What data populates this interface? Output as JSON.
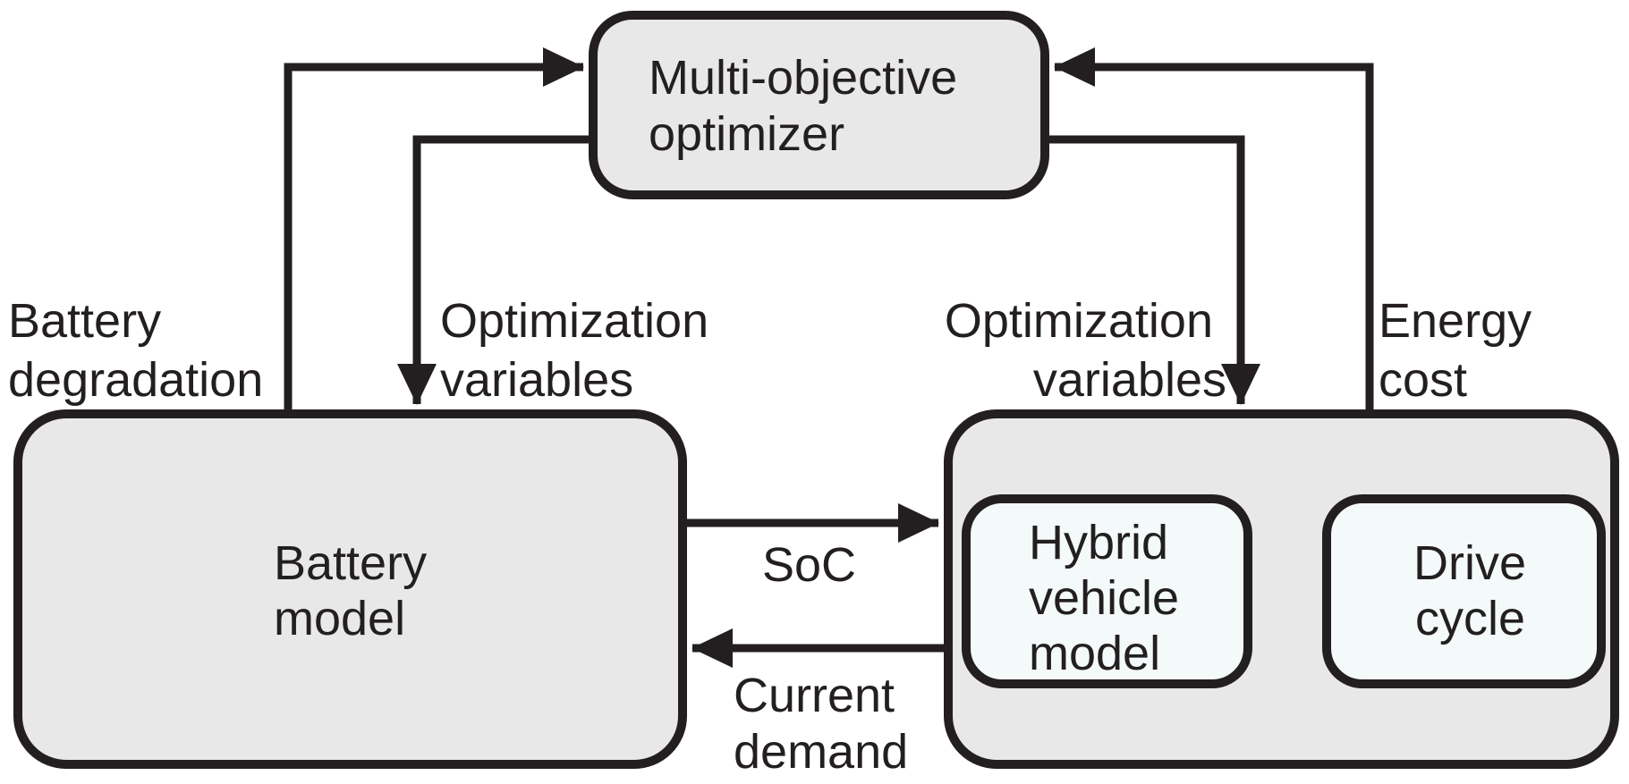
{
  "diagram": {
    "colors": {
      "background": "#ffffff",
      "box_fill": "#e8e8e8",
      "inner_box_fill": "#f4fafa",
      "line_color": "#231f20"
    },
    "nodes": {
      "optimizer": {
        "line1": "Multi-objective",
        "line2": "optimizer"
      },
      "battery_model": {
        "line1": "Battery",
        "line2": "model"
      },
      "hybrid_vehicle_model": {
        "line1": "Hybrid",
        "line2": "vehicle",
        "line3": "model"
      },
      "drive_cycle": {
        "line1": "Drive",
        "line2": "cycle"
      }
    },
    "edge_labels": {
      "battery_degradation": {
        "line1": "Battery",
        "line2": "degradation"
      },
      "optimization_variables_left": {
        "line1": "Optimization",
        "line2": "variables"
      },
      "optimization_variables_right": {
        "line1": "Optimization",
        "line2": "variables"
      },
      "energy_cost": {
        "line1": "Energy",
        "line2": "cost"
      },
      "soc": {
        "line1": "SoC"
      },
      "current_demand": {
        "line1": "Current",
        "line2": "demand"
      }
    }
  }
}
